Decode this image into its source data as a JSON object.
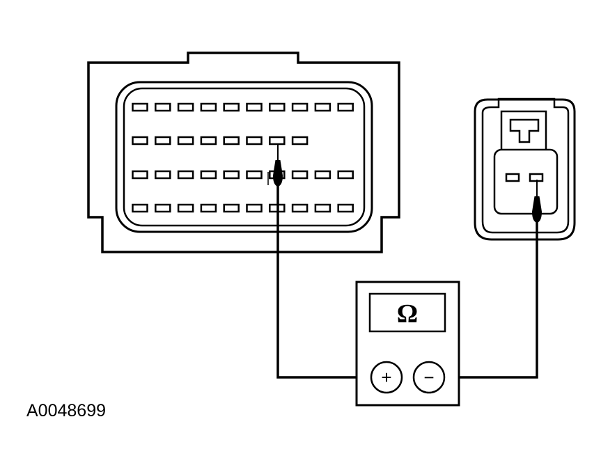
{
  "figure": {
    "id_label": "A0048699"
  },
  "meter": {
    "display_symbol": "Ω",
    "positive_terminal": "+",
    "negative_terminal": "−"
  },
  "connector_large": {
    "pin_rows": [
      10,
      8,
      10,
      10
    ]
  },
  "connector_small": {
    "pin_count": 2
  },
  "colors": {
    "line": "#000000",
    "background": "#ffffff"
  }
}
